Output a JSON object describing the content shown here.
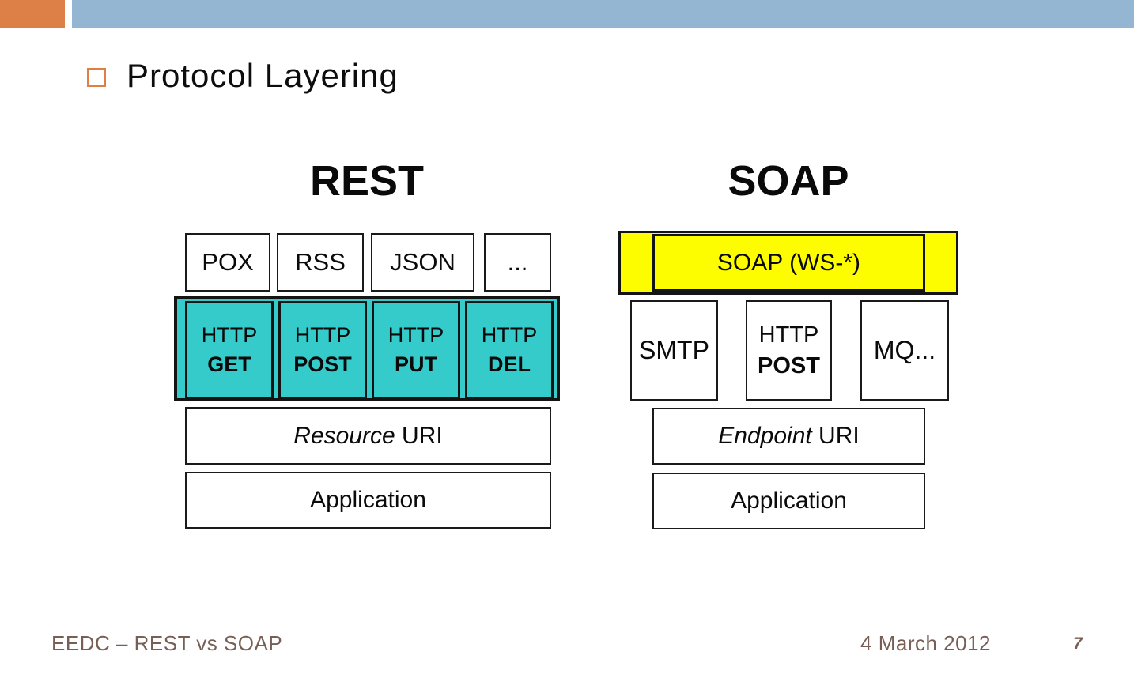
{
  "slide": {
    "title": "Protocol Layering",
    "footer": {
      "left_text": "EEDC – REST vs SOAP",
      "date": "4 March 2012",
      "page_number": "7"
    }
  },
  "colors": {
    "accent-orange": "#DD8047",
    "accent-blue": "#94B6D2",
    "teal": "#35CBCA",
    "yellow": "#FDFD00",
    "footer-text": "#775F55",
    "border-dark": "#141414"
  },
  "diagram": {
    "rest": {
      "heading": "REST",
      "formats": [
        "POX",
        "RSS",
        "JSON",
        "..."
      ],
      "methods": [
        {
          "protocol": "HTTP",
          "verb": "GET"
        },
        {
          "protocol": "HTTP",
          "verb": "POST"
        },
        {
          "protocol": "HTTP",
          "verb": "PUT"
        },
        {
          "protocol": "HTTP",
          "verb": "DEL"
        }
      ],
      "uri_italic": "Resource",
      "uri_suffix": " URI",
      "application": "Application"
    },
    "soap": {
      "heading": "SOAP",
      "envelope": "SOAP (WS-*)",
      "transport_left": "SMTP",
      "transport_mid": {
        "protocol": "HTTP",
        "verb": "POST"
      },
      "transport_right": "MQ...",
      "uri_italic": "Endpoint",
      "uri_suffix": " URI",
      "application": "Application"
    }
  }
}
